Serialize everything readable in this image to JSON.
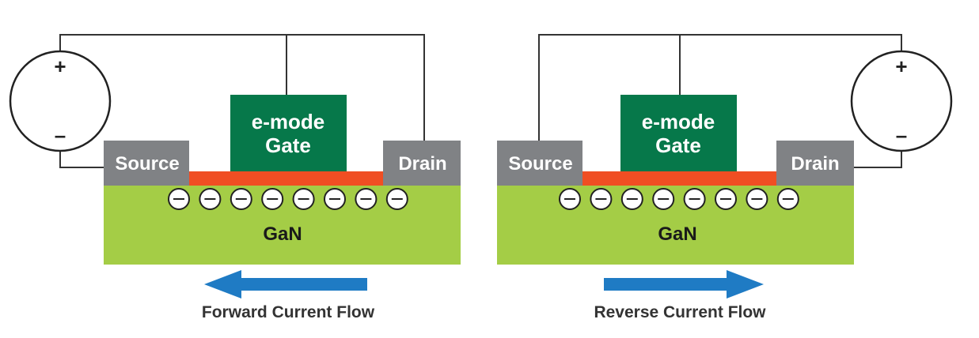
{
  "colors": {
    "wire": "#333333",
    "source_drain": "#808285",
    "gate": "#06784a",
    "oxide": "#f04e23",
    "gan": "#a4cd46",
    "arrow": "#1f7bc4",
    "text_light": "#ffffff",
    "text_dark": "#1a1a1a"
  },
  "left_panel": {
    "source": "Source",
    "gate_line1": "e-mode",
    "gate_line2": "Gate",
    "drain": "Drain",
    "substrate": "GaN",
    "plus": "+",
    "minus": "–",
    "caption": "Forward Current Flow",
    "arrow_direction": "left",
    "electron_count": 8
  },
  "right_panel": {
    "source": "Source",
    "gate_line1": "e-mode",
    "gate_line2": "Gate",
    "drain": "Drain",
    "substrate": "GaN",
    "plus": "+",
    "minus": "–",
    "caption": "Reverse Current Flow",
    "arrow_direction": "right",
    "electron_count": 8
  }
}
